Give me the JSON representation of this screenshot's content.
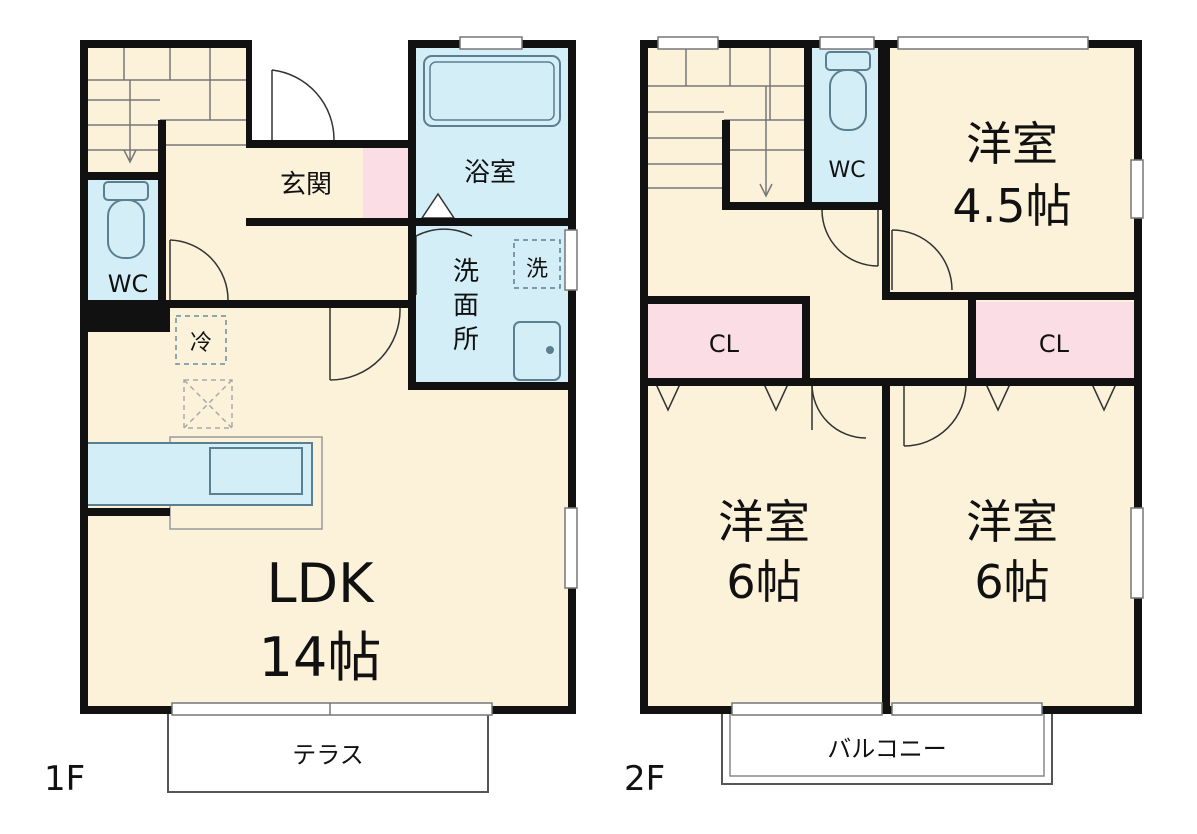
{
  "floors": {
    "first": {
      "floor_label": "1F",
      "rooms": {
        "ldk_name": "LDK",
        "ldk_size": "14帖",
        "entrance": "玄関",
        "bath": "浴室",
        "washroom_c1": "洗",
        "washroom_c2": "面",
        "washroom_c3": "所",
        "toilet": "WC",
        "terrace": "テラス"
      },
      "markers": {
        "fridge": "冷",
        "washer": "洗"
      }
    },
    "second": {
      "floor_label": "2F",
      "rooms": {
        "room_a_name": "洋室",
        "room_a_size": "4.5帖",
        "room_b_name": "洋室",
        "room_b_size": "6帖",
        "room_c_name": "洋室",
        "room_c_size": "6帖",
        "toilet": "WC",
        "closet_left": "CL",
        "closet_right": "CL",
        "balcony": "バルコニー"
      }
    }
  },
  "colors": {
    "wall": "#111111",
    "floor_wood": "#fcf2da",
    "wet_area": "#d4eef8",
    "closet": "#fbdde6",
    "wet_outline": "#6a8ea0",
    "window": "#888888"
  }
}
